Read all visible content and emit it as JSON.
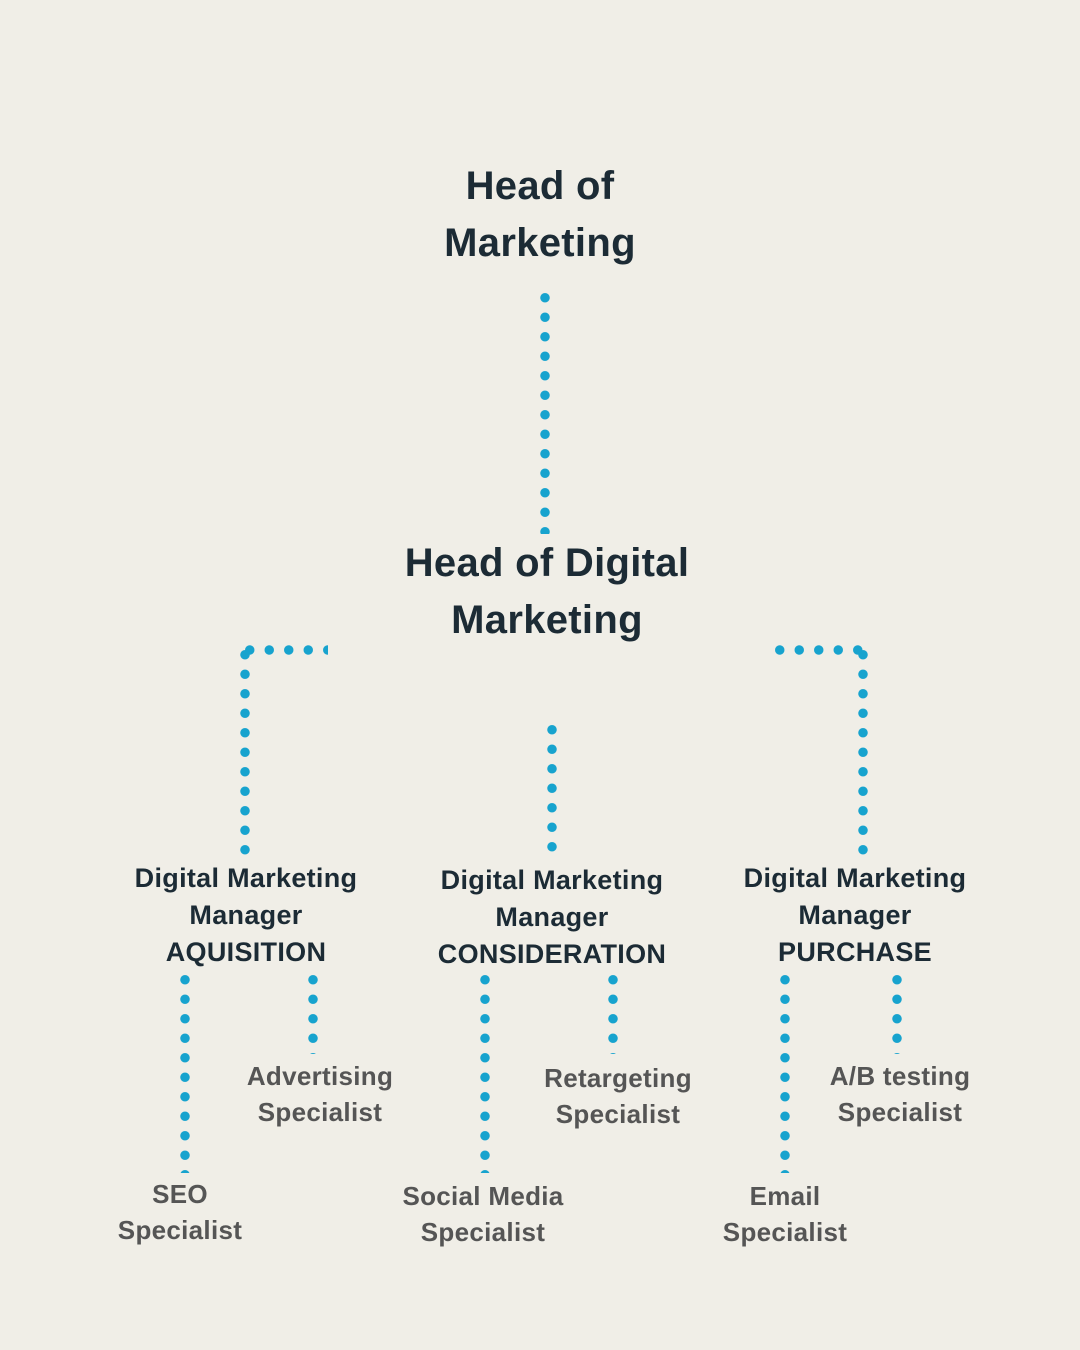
{
  "colors": {
    "background": "#F0EEE7",
    "heading": "#1C2B35",
    "specialist": "#555555",
    "dot": "#17A3CE"
  },
  "org_chart": {
    "nodes": {
      "head_of_marketing": "Head of\nMarketing",
      "head_of_digital_marketing": "Head of Digital\nMarketing",
      "manager_acquisition": "Digital Marketing\nManager\nAQUISITION",
      "manager_consideration": "Digital Marketing\nManager\nCONSIDERATION",
      "manager_purchase": "Digital Marketing\nManager\nPURCHASE",
      "advertising_specialist": "Advertising\nSpecialist",
      "retargeting_specialist": "Retargeting\nSpecialist",
      "ab_testing_specialist": "A/B testing\nSpecialist",
      "seo_specialist": "SEO\nSpecialist",
      "social_media_specialist": "Social Media\nSpecialist",
      "email_specialist": "Email\nSpecialist"
    }
  }
}
